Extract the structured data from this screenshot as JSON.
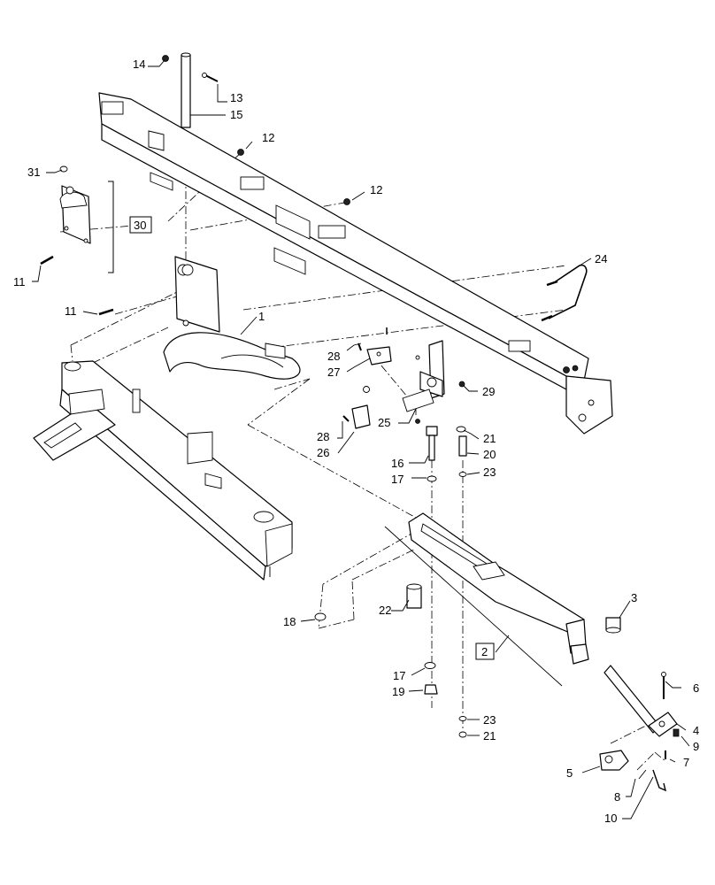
{
  "callouts": {
    "c1": "1",
    "c2": "2",
    "c3": "3",
    "c4": "4",
    "c5": "5",
    "c6": "6",
    "c7": "7",
    "c8": "8",
    "c9": "9",
    "c10": "10",
    "c11a": "11",
    "c11b": "11",
    "c12a": "12",
    "c12b": "12",
    "c13": "13",
    "c14": "14",
    "c15": "15",
    "c16": "16",
    "c17a": "17",
    "c17b": "17",
    "c18": "18",
    "c19": "19",
    "c20": "20",
    "c21a": "21",
    "c21b": "21",
    "c22": "22",
    "c23a": "23",
    "c23b": "23",
    "c24": "24",
    "c25": "25",
    "c26": "26",
    "c27": "27",
    "c28a": "28",
    "c28b": "28",
    "c29": "29",
    "c30": "30",
    "c31": "31"
  }
}
